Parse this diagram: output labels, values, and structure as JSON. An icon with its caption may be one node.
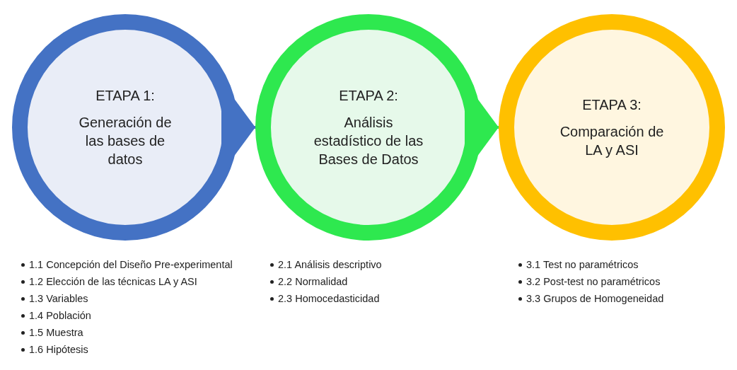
{
  "diagram": {
    "nodes": [
      {
        "text": [
          "ETAPA 1:",
          "Generación de las bases de datos"
        ],
        "beside": [
          "1.1 Concepción del Diseño Pre-experimental",
          "1.2 Elección de las técnicas LA y ASI",
          "1.3 Variables",
          "1.4 Población",
          "1.5 Muestra",
          "1.6 Hipótesis"
        ]
      },
      {
        "text": [
          "ETAPA 2:",
          "Análisis estadístico de las Bases de Datos"
        ],
        "beside": [
          "2.1 Análisis descriptivo",
          "2.2 Normalidad",
          "2.3 Homocedasticidad"
        ]
      },
      {
        "text": [
          "ETAPA 3:",
          "Comparación de LA y ASI"
        ],
        "beside": [
          "3.1 Test no paramétricos",
          "3.2 Post-test no paramétricos",
          "3.3 Grupos de Homogeneidad"
        ]
      }
    ],
    "edges": [
      {
        "from": 0,
        "to": 1,
        "arrow": "to",
        "color": "#4472c4"
      },
      {
        "from": 1,
        "to": 2,
        "arrow": "to",
        "color": "#2ee84f"
      }
    ]
  }
}
